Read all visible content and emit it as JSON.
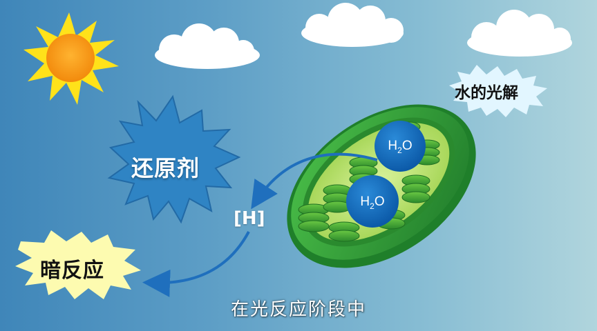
{
  "scene": {
    "reductant_label": "还原剂",
    "dark_reaction_label": "暗反应",
    "water_photolysis_label": "水的光解",
    "hydrogen_label": "[H]",
    "water_molecules": [
      {
        "base": "H",
        "subscript": "2",
        "tail": "O"
      },
      {
        "base": "H",
        "subscript": "2",
        "tail": "O"
      }
    ]
  },
  "subtitle": "在光反应阶段中",
  "colors": {
    "sky_left": "#3f86b9",
    "sky_right": "#b0d5dd",
    "sun": "#f59a12",
    "sun_rays": "#ffe21a",
    "starburst_blue": "#2f84c4",
    "starburst_yellow": "#fdfbb0",
    "starburst_lightblue": "#e2f6ff",
    "chloroplast_green": "#2f9a3a",
    "water_ball": "#1470c2",
    "arrow": "#1f6fbd"
  },
  "icons": [
    "sun-icon",
    "cloud-icon",
    "chloroplast-icon",
    "water-molecule-icon",
    "arrow-icon"
  ]
}
